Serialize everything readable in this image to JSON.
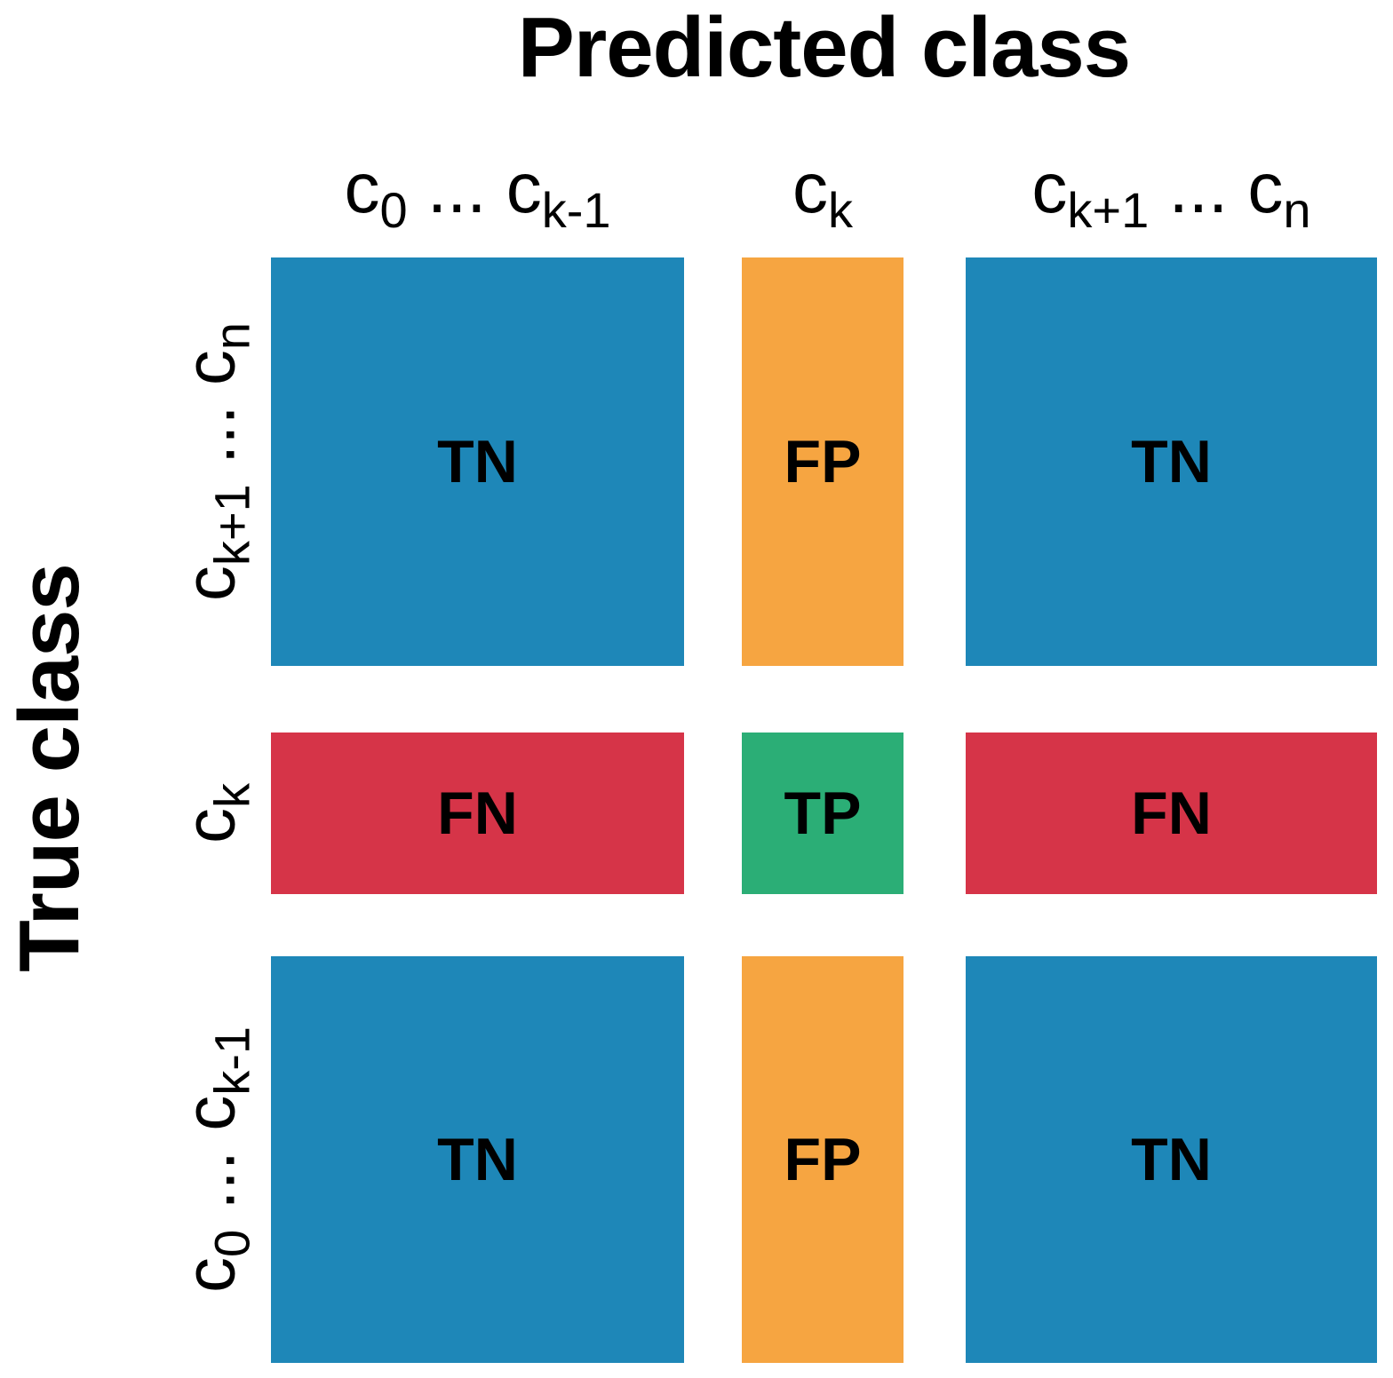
{
  "axes": {
    "predicted_title": "Predicted class",
    "true_title": "True class"
  },
  "col_labels": [
    {
      "c1": "c",
      "s1": "0",
      "mid": " ... ",
      "c2": "c",
      "s2": "k-1"
    },
    {
      "c1": "c",
      "s1": "k"
    },
    {
      "c1": "c",
      "s1": "k+1",
      "mid": " ... ",
      "c2": "c",
      "s2": "n"
    }
  ],
  "row_labels": [
    {
      "c1": "c",
      "s1": "k+1",
      "mid": " ... ",
      "c2": "c",
      "s2": "n"
    },
    {
      "c1": "c",
      "s1": "k"
    },
    {
      "c1": "c",
      "s1": "0",
      "mid": " ... ",
      "c2": "c",
      "s2": "k-1"
    }
  ],
  "cells": [
    [
      "TN",
      "FP",
      "TN"
    ],
    [
      "FN",
      "TP",
      "FN"
    ],
    [
      "TN",
      "FP",
      "TN"
    ]
  ],
  "colors": {
    "TN": "#1E87B8",
    "FP": "#F6A541",
    "FN": "#D63448",
    "TP": "#2BAE76"
  },
  "text_color": "#000000",
  "background": "#FFFFFF"
}
